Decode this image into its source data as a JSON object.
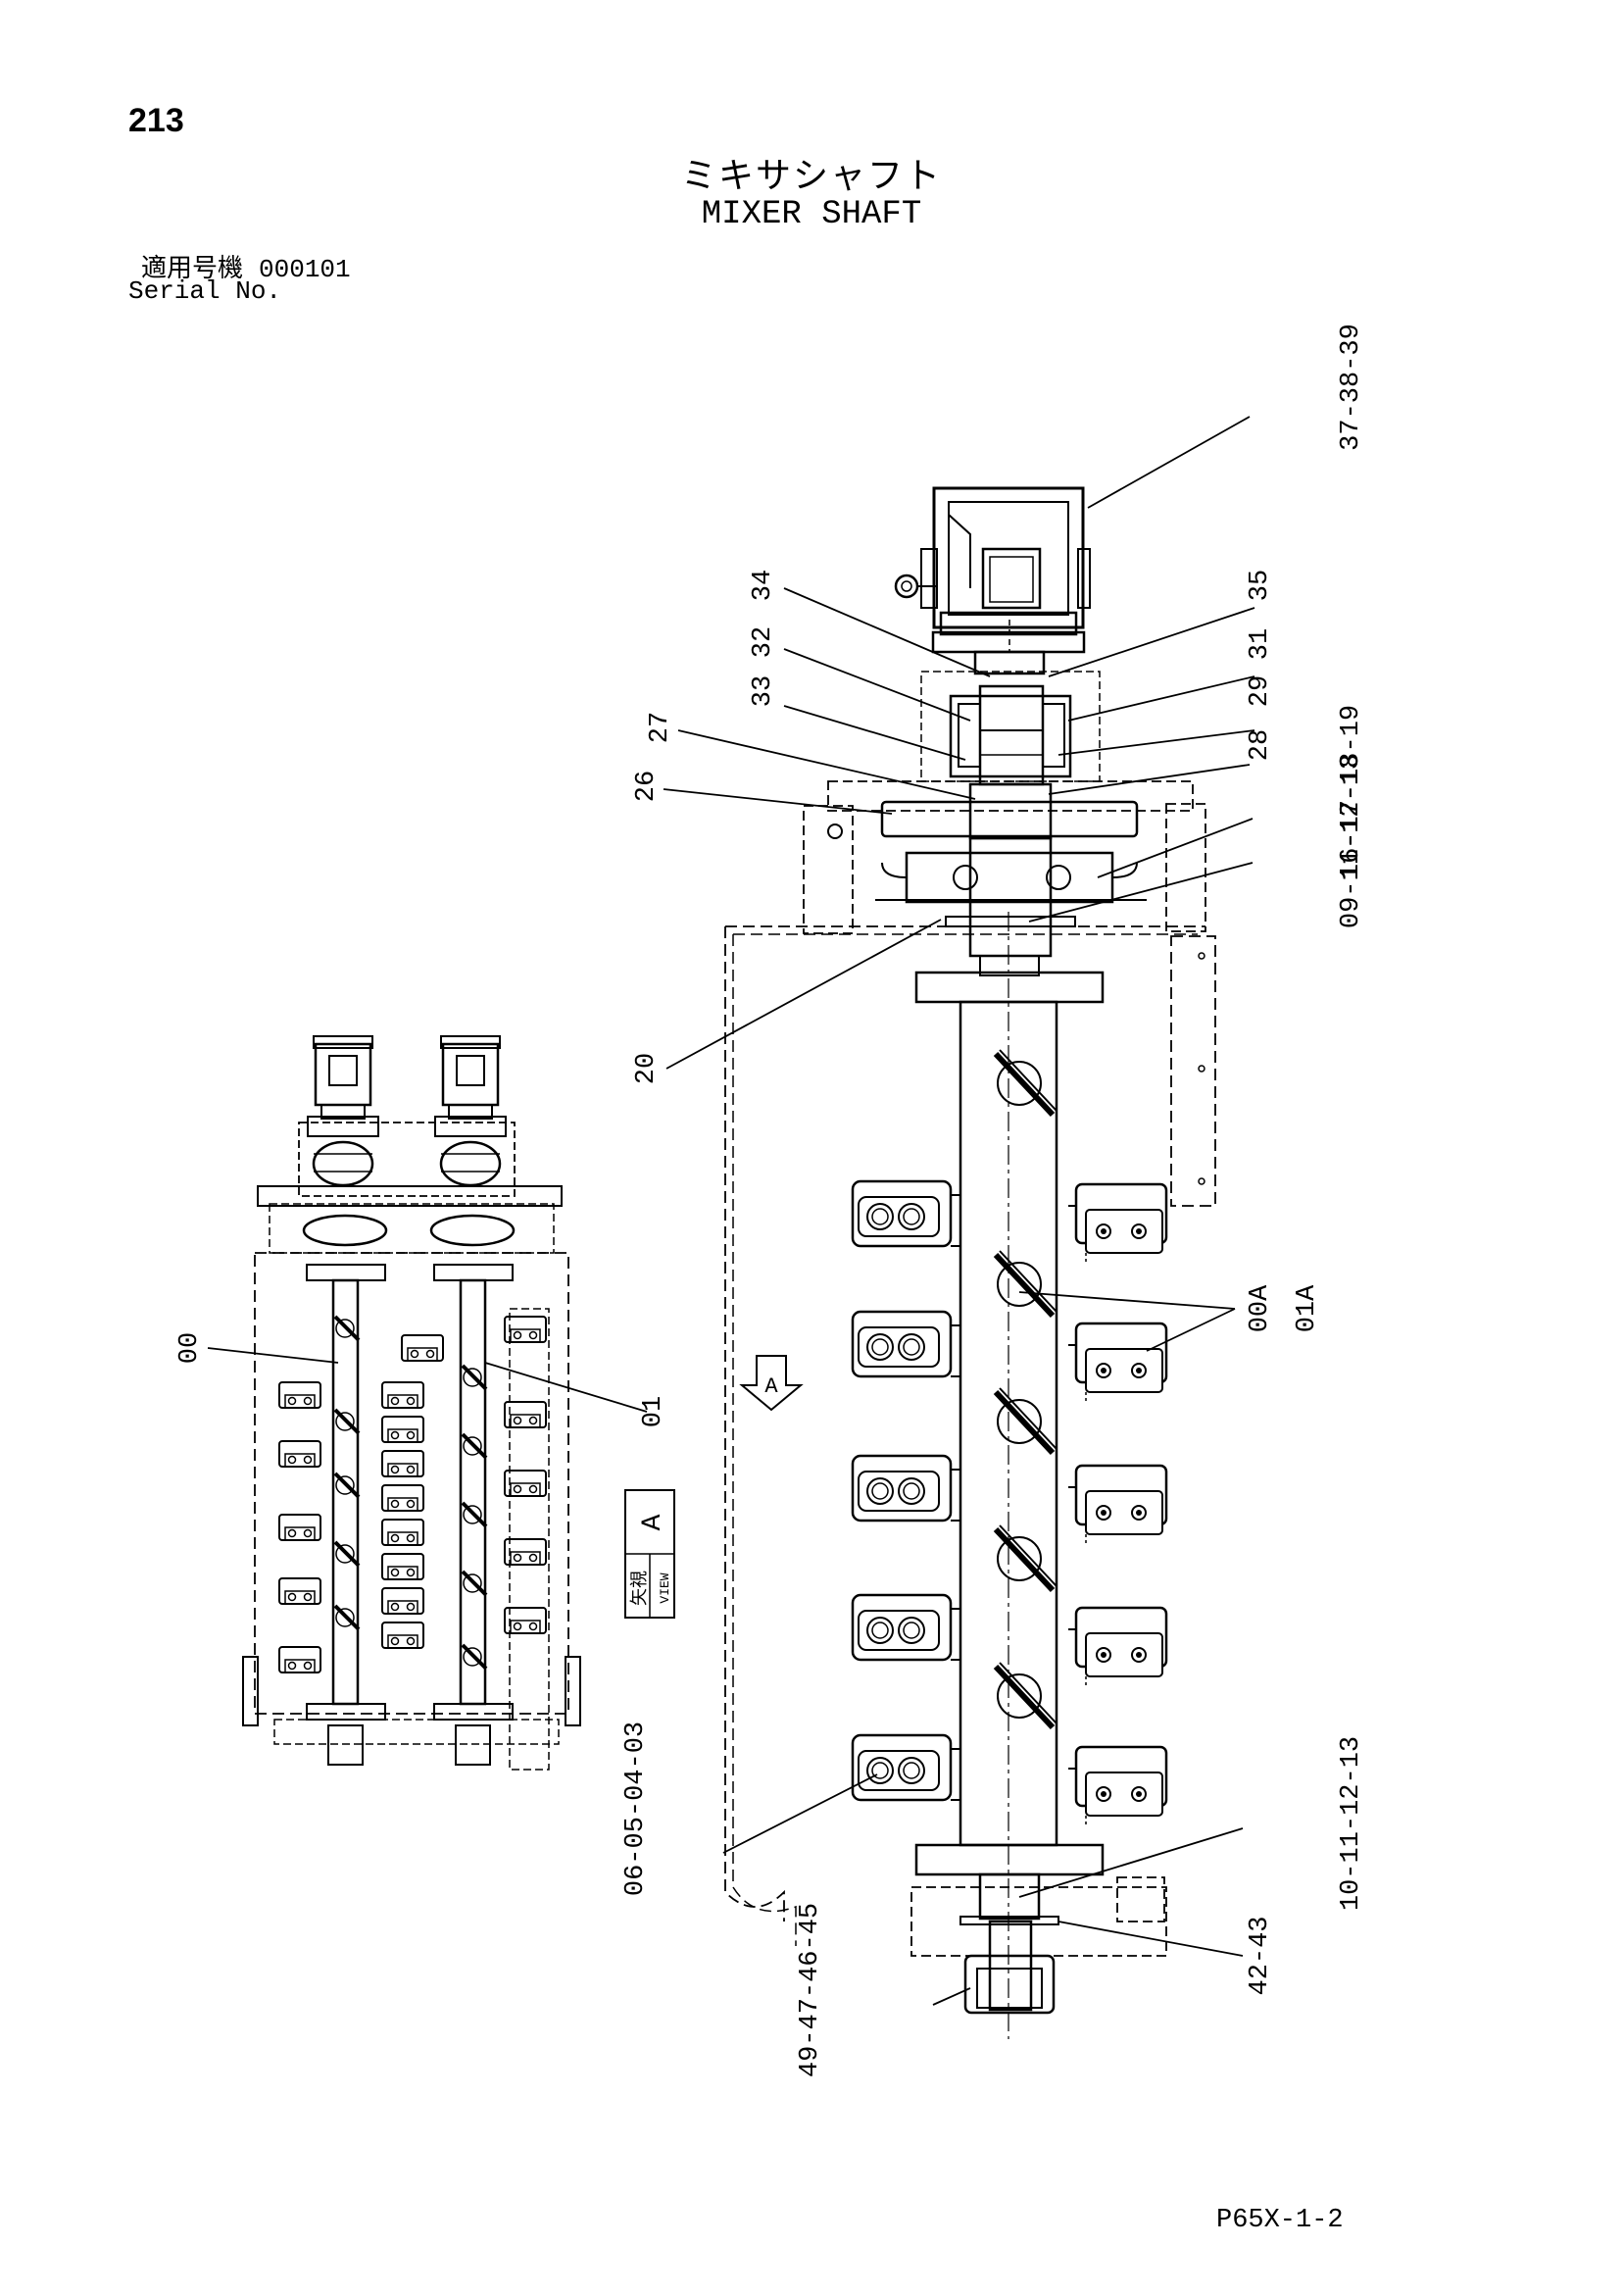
{
  "page": {
    "number": "213",
    "title_ja": "ミキサシャフト",
    "title_en": "MIXER SHAFT",
    "serial_label_ja": "適用号機",
    "serial_value": "000101",
    "serial_label_en": "Serial No.",
    "drawing_code": "P65X-1-2"
  },
  "callouts": {
    "c37": "37-38-39",
    "c34": "34",
    "c32": "32",
    "c33": "33",
    "c27": "27",
    "c26": "26",
    "c20": "20",
    "c35": "35",
    "c31": "31",
    "c29": "29",
    "c28": "28",
    "c16": "16-17-18-19",
    "c09": "09-11-12-13",
    "c00A": "00A",
    "c01A": "01A",
    "c00": "00",
    "c01": "01",
    "c06": "06-05-04-03",
    "c10": "10-11-12-13",
    "c42": "42-43",
    "c49": "49-47-46-45"
  },
  "view_label": {
    "ja": "矢視",
    "en": "VIEW",
    "letter": "A"
  },
  "view_arrow_letter": "A"
}
